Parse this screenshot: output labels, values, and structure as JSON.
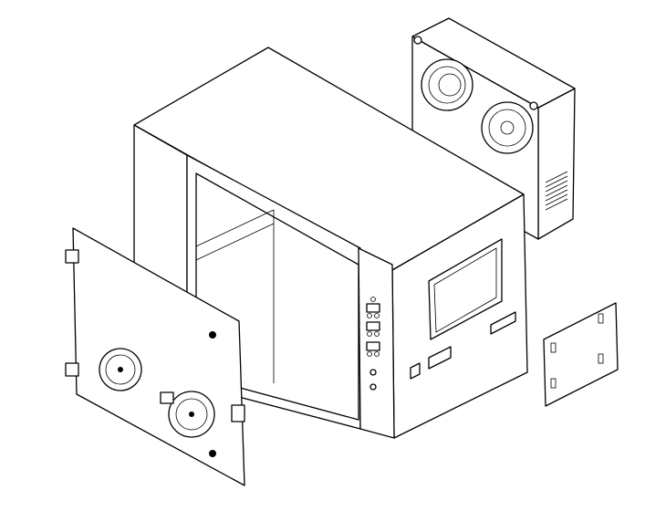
{
  "drawing": {
    "colors": {
      "line": "#000000",
      "background": "#ffffff"
    },
    "parts": [
      "cabinet",
      "front-door-panel",
      "rear-fan-module",
      "side-cover-plate"
    ]
  }
}
